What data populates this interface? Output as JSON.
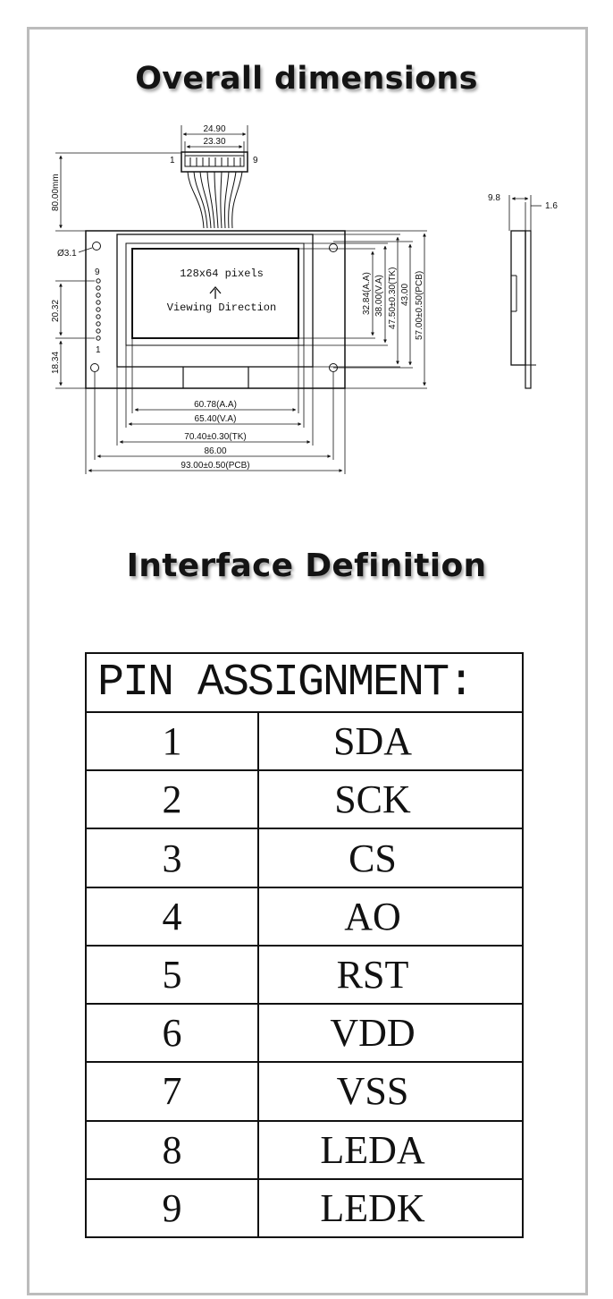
{
  "headings": {
    "dimensions": "Overall dimensions",
    "interface": "Interface Definition"
  },
  "drawing": {
    "connector_width": "24.90",
    "connector_inner": "23.30",
    "pin_first": "1",
    "pin_last": "9",
    "cable_length": "80.00mm",
    "hole_diameter": "Ø3.1",
    "pin_pitch_span": "20.32",
    "pin_offset": "18.34",
    "lcd_caption_1": "128x64 pixels",
    "lcd_caption_2": "Viewing Direction",
    "height_aa": "32.84(A.A)",
    "height_va": "38.00(V.A)",
    "height_tk": "47.50±0.30(TK)",
    "height_mid": "43.00",
    "height_pcb": "57.00±0.50(PCB)",
    "width_aa": "60.78(A.A)",
    "width_va": "65.40(V.A)",
    "width_tk": "70.40±0.30(TK)",
    "width_mid": "86.00",
    "width_pcb": "93.00±0.50(PCB)",
    "side_thickness": "9.8",
    "side_pcb": "1.6"
  },
  "pin_table": {
    "title": "PIN ASSIGNMENT:",
    "rows": [
      {
        "pin": "1",
        "signal": "SDA"
      },
      {
        "pin": "2",
        "signal": "SCK"
      },
      {
        "pin": "3",
        "signal": "CS"
      },
      {
        "pin": "4",
        "signal": "AO"
      },
      {
        "pin": "5",
        "signal": "RST"
      },
      {
        "pin": "6",
        "signal": "VDD"
      },
      {
        "pin": "7",
        "signal": "VSS"
      },
      {
        "pin": "8",
        "signal": "LEDA"
      },
      {
        "pin": "9",
        "signal": "LEDK"
      }
    ]
  },
  "colors": {
    "line": "#111111",
    "frame": "#bcbcbc",
    "text": "#141414"
  }
}
